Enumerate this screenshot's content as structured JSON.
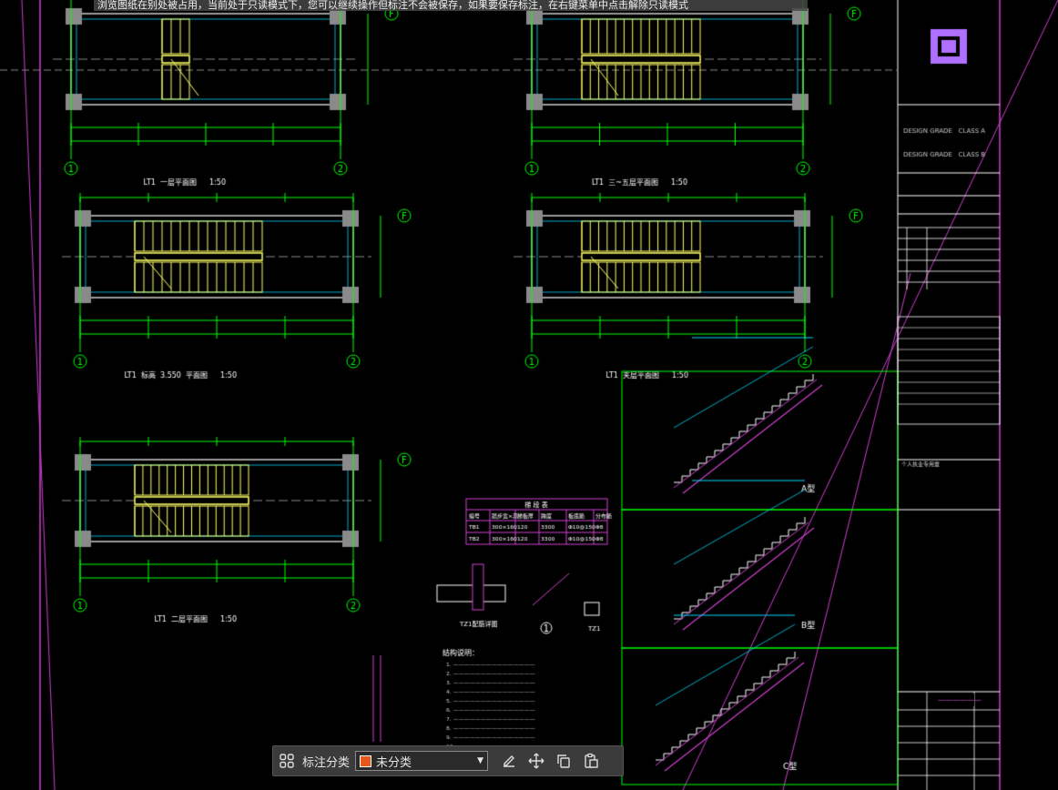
{
  "banner_text": "浏览图纸在别处被占用，当前处于只读模式下，您可以继续操作但标注不会被保存，如果要保存标注，在右键菜单中点击解除只读模式",
  "drawing": {
    "plans": [
      {
        "title": "LT1  一层平面图",
        "scale": "1:50"
      },
      {
        "title": "LT1  三~五层平面图",
        "scale": "1:50"
      },
      {
        "title": "LT1  标高  3.550  平面图",
        "scale": "1:50"
      },
      {
        "title": "LT1  夹层平面图",
        "scale": "1:50"
      },
      {
        "title": "LT1  二层平面图",
        "scale": "1:50"
      }
    ],
    "axis_labels": [
      "1",
      "2",
      "F"
    ],
    "section_labels": [
      "A型",
      "B型",
      "C型"
    ],
    "detail_labels": [
      "TZ1配筋详图",
      "1",
      "TZ1"
    ],
    "notes_title": "结构说明：",
    "table_title": "梯 段 表",
    "table_headers": [
      "编号",
      "踏步宽×高",
      "梯板厚",
      "跨度",
      "板底筋",
      "分布筋"
    ],
    "table_rows": [
      [
        "TB1",
        "300×160",
        "120",
        "3300",
        "Φ10@150",
        "Φ8"
      ],
      [
        "TB2",
        "300×160",
        "120",
        "3300",
        "Φ10@150",
        "Φ8"
      ]
    ],
    "title_block": {
      "design_grade_1": "DESIGN GRADE   CLASS A",
      "design_grade_2": "DESIGN GRADE   CLASS B",
      "stamp_label": "个人执业专用章"
    }
  },
  "toolbar": {
    "label": "标注分类",
    "category_value": "未分类",
    "category_color": "#e8581c"
  },
  "colors": {
    "frame": "#d040d0",
    "line": "#ffffff",
    "stair": "#ffff66",
    "dim": "#00ff00",
    "cyan": "#00d8ff"
  }
}
